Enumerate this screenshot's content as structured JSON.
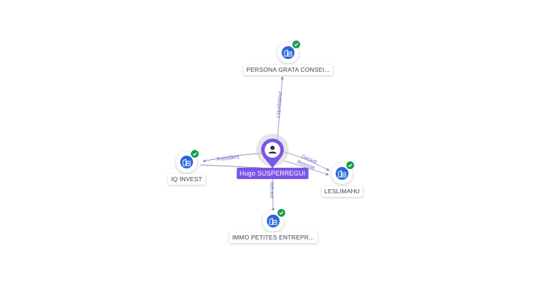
{
  "center": {
    "name": "Hugo SUSPERREGUI",
    "icon": "person-icon",
    "color": "#7b54e8"
  },
  "companies": [
    {
      "id": "persona",
      "name": "PERSONA GRATA CONSEI...",
      "icon": "building-icon",
      "verified": true
    },
    {
      "id": "iq",
      "name": "IQ INVEST",
      "icon": "building-icon",
      "verified": true
    },
    {
      "id": "leslimahu",
      "name": "LESLIMAHU",
      "icon": "building-icon",
      "verified": true
    },
    {
      "id": "immo",
      "name": "IMMO PETITES ENTREPR...",
      "icon": "building-icon",
      "verified": true
    }
  ],
  "relations": [
    {
      "to": "persona",
      "label": "Liquidateur"
    },
    {
      "to": "iq",
      "label": "Président"
    },
    {
      "to": "leslimahu",
      "label": "Gérant"
    },
    {
      "to": "leslimahu",
      "label": "Associé"
    },
    {
      "to": "immo",
      "label": "Gérant"
    }
  ],
  "colors": {
    "company": "#2b66d9",
    "verified": "#1b9a52",
    "edge": "#8f8fb0",
    "edge_label": "#6a67c8"
  }
}
